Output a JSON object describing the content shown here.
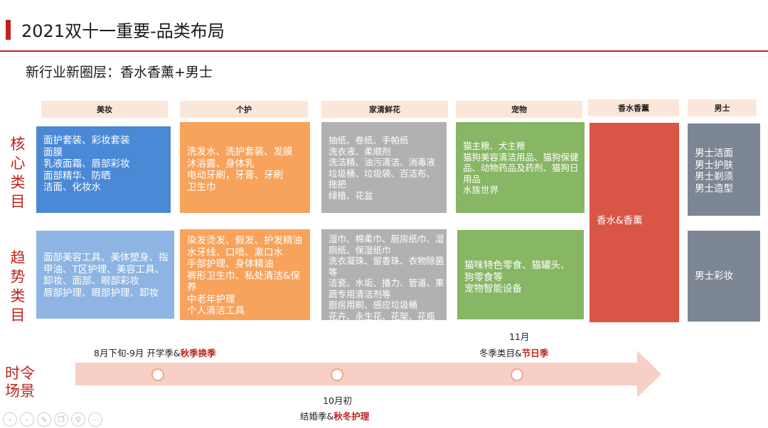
{
  "title": "2021双十一重要-品类布局",
  "subtitle": "新行业新圈层：香水香薰+男士",
  "row_labels": {
    "core": [
      "核",
      "心",
      "类",
      "目"
    ],
    "trend": [
      "趋",
      "势",
      "类",
      "目"
    ],
    "season": [
      "时令",
      "场景"
    ]
  },
  "columns": [
    "美妆",
    "个护",
    "家清鲜花",
    "宠物",
    "香水香薰",
    "男士"
  ],
  "core": {
    "beauty": [
      "面护套装、彩妆套装",
      "面膜",
      "乳液面霜、唇部彩妆",
      "面部精华、防晒",
      "洁面、化妆水"
    ],
    "care": [
      "洗发水、洗护套装、发膜",
      "沐浴露、身体乳",
      "电动牙刷，牙膏、牙刷",
      "卫生巾"
    ],
    "home": [
      "抽纸、卷纸、手帕纸",
      "洗衣液、柔顺剂",
      "洗洁精、油污清洁、消毒液",
      "垃圾桶、垃圾袋、百洁布、",
      "拖把",
      "绿植、花盆"
    ],
    "pet": [
      "猫主粮、犬主粮",
      "猫狗美容清洁用品、猫狗保健",
      "品、动物药品及药剂、猫狗日",
      "用品",
      "水族世界"
    ],
    "men": [
      "男士洁面",
      "男士护肤",
      "男士剃须",
      "男士造型"
    ]
  },
  "fragrance": "香水&香薰",
  "trend": {
    "beauty": [
      "面部美容工具、美体塑身、指",
      "甲油、T区护理、美容工具、",
      "卸妆、面部、眼部彩妆",
      "唇部护理、眼部护理、卸妆"
    ],
    "care": [
      "染发烫发、假发、护发精油",
      "水牙线、口喷、漱口水",
      "手部护理、身体精油",
      "裤形卫生巾、私处清洁&保",
      "养",
      "中老年护理",
      "个人清洁工具"
    ],
    "home": [
      "湿巾、棉柔巾、厨房纸巾、湿",
      "厕纸、保湿纸巾",
      "洗衣凝珠、留香珠、衣物除菌",
      "等",
      "洁瓷、水垢、播力、管道、果",
      "蔬专用清洁剂等",
      "厨房用刷、感应垃圾桶",
      "花卉、永生花、花架、花瓶"
    ],
    "pet": [
      "猫咪特色零食、猫罐头、",
      "狗零食等",
      "宠物智能设备"
    ],
    "men": [
      "男士彩妆"
    ]
  },
  "timeline": {
    "m1_date": "8月下旬-9月",
    "m1_text": "开学季&",
    "m1_hl": "秋季换季",
    "m2_date": "10月初",
    "m2_text": "结婚季&",
    "m2_hl": "秋冬护理",
    "m3_date": "11月",
    "m3_text": "冬季类目&",
    "m3_hl": "节日季"
  },
  "icons": [
    "prev-icon",
    "next-icon",
    "pen-icon",
    "copy-icon",
    "zoom-icon",
    "more-icon"
  ],
  "colors": {
    "accent": "#c0211d",
    "blue": "#4a89d6",
    "orange": "#f7a35c",
    "gray": "#b1b1b1",
    "green": "#87b664",
    "red": "#d95546",
    "slate": "#7d8794"
  }
}
